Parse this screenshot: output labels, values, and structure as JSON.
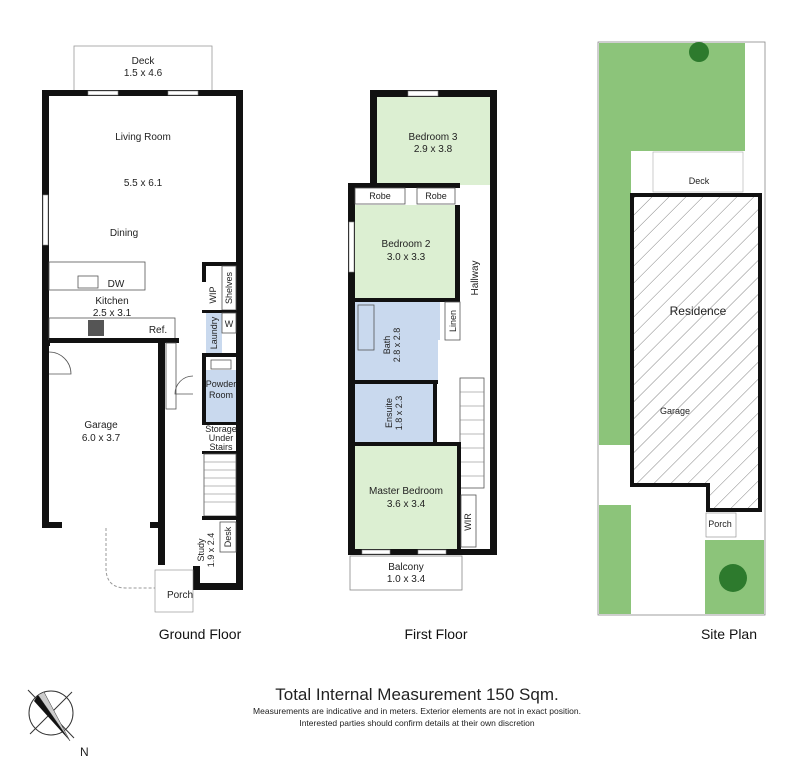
{
  "ground_floor": {
    "caption": "Ground Floor",
    "deck": {
      "name": "Deck",
      "size": "1.5 x 4.6"
    },
    "living": {
      "name": "Living Room",
      "size": "5.5 x 6.1"
    },
    "dining": "Dining",
    "dw": "DW",
    "kitchen": {
      "name": "Kitchen",
      "size": "2.5 x 3.1"
    },
    "ref": "Ref.",
    "wip": "WIP",
    "shelves": "Shelves",
    "laundry": "Laundry",
    "w": "W",
    "powder": {
      "line1": "Powder",
      "line2": "Room"
    },
    "storage": {
      "line1": "Storage",
      "line2": "Under",
      "line3": "Stairs"
    },
    "garage": {
      "name": "Garage",
      "size": "6.0 x 3.7"
    },
    "study": {
      "name": "Study",
      "size": "1.9 x 2.4"
    },
    "desk": "Desk",
    "porch": "Porch"
  },
  "first_floor": {
    "caption": "First Floor",
    "bed3": {
      "name": "Bedroom 3",
      "size": "2.9 x 3.8"
    },
    "robe1": "Robe",
    "robe2": "Robe",
    "bed2": {
      "name": "Bedroom 2",
      "size": "3.0 x 3.3"
    },
    "hallway": "Hallway",
    "linen": "Linen",
    "bath": {
      "name": "Bath",
      "size": "2.8 x 2.8"
    },
    "ensuite": {
      "name": "Ensuite",
      "size": "1.8 x 2.3"
    },
    "master": {
      "name": "Master Bedroom",
      "size": "3.6 x 3.4"
    },
    "wir": "WIR",
    "balcony": {
      "name": "Balcony",
      "size": "1.0 x 3.4"
    }
  },
  "site_plan": {
    "caption": "Site Plan",
    "deck": "Deck",
    "residence": "Residence",
    "garage": "Garage",
    "porch": "Porch"
  },
  "footer": {
    "title": "Total Internal Measurement 150 Sqm.",
    "note1": "Measurements are indicative and in meters. Exterior elements are not in exact position.",
    "note2": "Interested parties should confirm details at their own discretion",
    "north": "N"
  },
  "colors": {
    "wet_area": "#c9d9ee",
    "bedroom": "#dcefd2",
    "lawn": "#8cc47a"
  }
}
